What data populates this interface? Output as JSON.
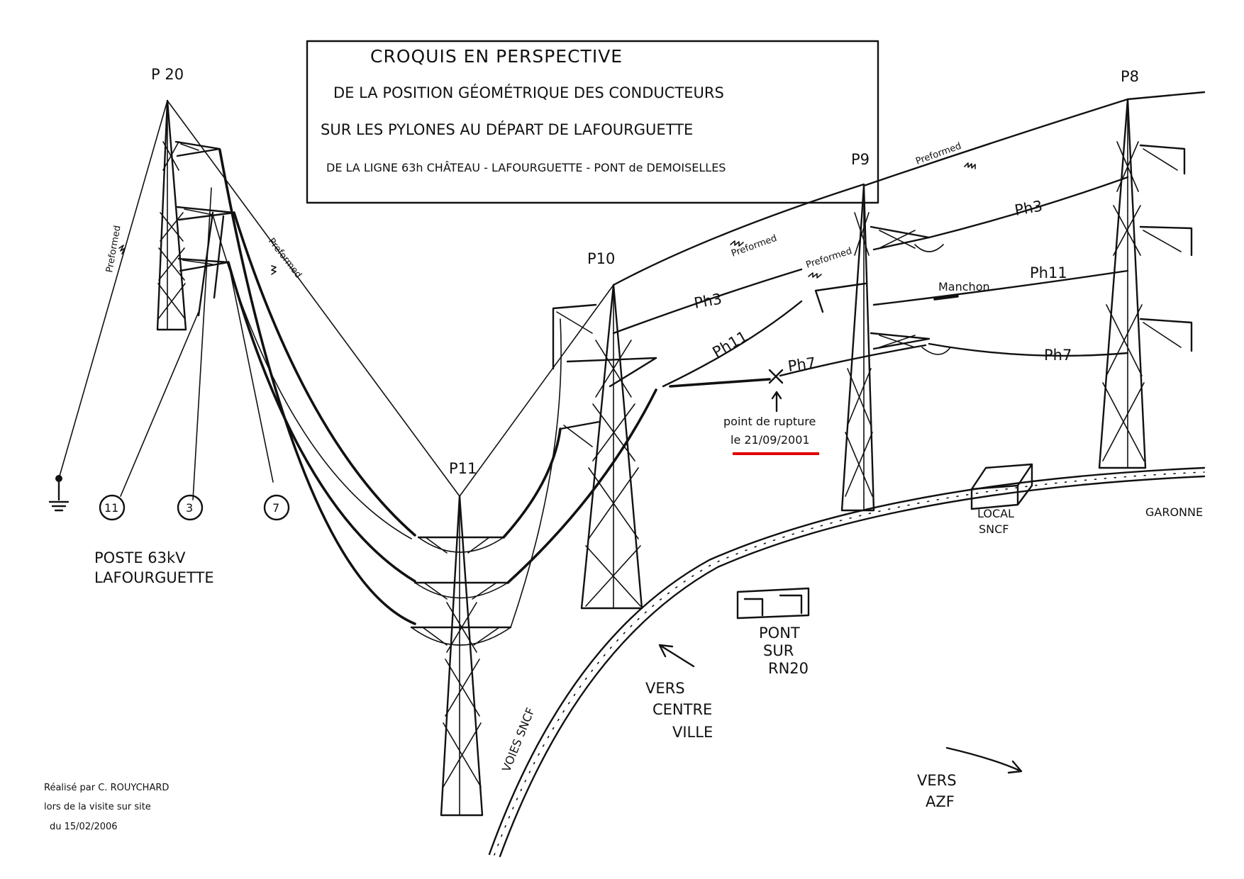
{
  "title": {
    "line1": "CROQUIS EN PERSPECTIVE",
    "line2": "DE LA POSITION GÉOMÉTRIQUE DES CONDUCTEURS",
    "line3": "SUR LES PYLONES AU DÉPART DE LAFOURGUETTE",
    "line4": "DE LA LIGNE 63h CHÂTEAU - LAFOURGUETTE - PONT de DEMOISELLES"
  },
  "pylons": {
    "p20": "P 20",
    "p11": "P11",
    "p10": "P10",
    "p9": "P9",
    "p8": "P8"
  },
  "phases": {
    "ph3_mid": "Ph3",
    "ph11_mid": "Ph11",
    "ph7_mid": "Ph7",
    "ph3_right": "Ph3",
    "ph11_right": "Ph11",
    "ph7_right": "Ph7"
  },
  "annotations": {
    "preformed_1": "Preformed",
    "preformed_2": "Preformed",
    "preformed_3": "Preformed",
    "preformed_4": "Preformed",
    "preformed_5": "Preformed",
    "manchon": "Manchon",
    "rupture_line1": "point de rupture",
    "rupture_line2": "le 21/09/2001"
  },
  "terminals": {
    "t11": "11",
    "t3": "3",
    "t7": "7"
  },
  "substation": {
    "line1": "POSTE 63kV",
    "line2": "LAFOURGUETTE"
  },
  "places": {
    "local_sncf_1": "LOCAL",
    "local_sncf_2": "SNCF",
    "garonne": "GARONNE",
    "pont_1": "PONT",
    "pont_2": "SUR",
    "pont_3": "RN20",
    "centre_1": "VERS",
    "centre_2": "CENTRE",
    "centre_3": "VILLE",
    "voies": "VOIES SNCF",
    "azf_1": "VERS",
    "azf_2": "AZF"
  },
  "author": {
    "line1": "Réalisé par C. ROUYCHARD",
    "line2": "lors de la visite sur site",
    "line3": "du 15/02/2006"
  },
  "colors": {
    "ink": "#111111",
    "underline": "#e00000",
    "paper": "#ffffff"
  }
}
